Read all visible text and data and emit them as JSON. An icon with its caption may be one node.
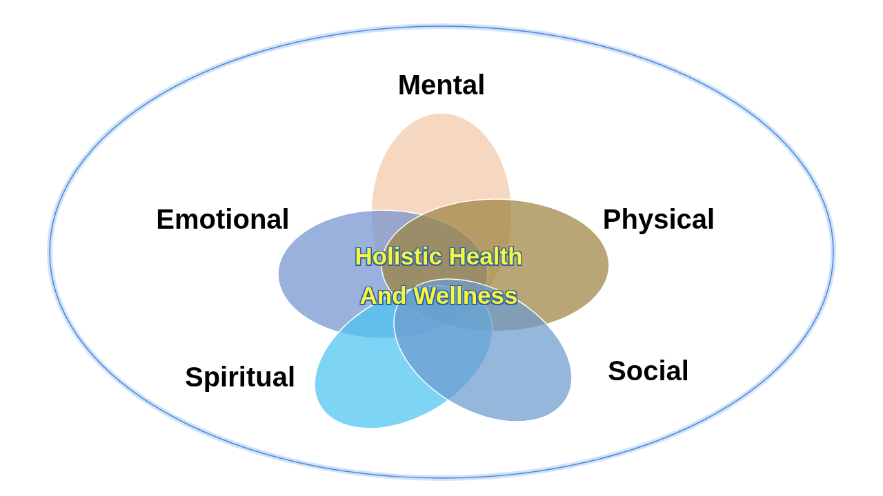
{
  "diagram": {
    "nodes": [
      {
        "text": [],
        "shape": "circle"
      },
      {
        "text": [
          "Mental"
        ],
        "in": 0
      },
      {
        "text": [
          "Emotional"
        ],
        "in": 0
      },
      {
        "text": [
          "Physical"
        ],
        "in": 0
      },
      {
        "text": [
          "Spiritual"
        ],
        "in": 0
      },
      {
        "text": [
          "Social"
        ],
        "in": 0
      }
    ],
    "labels": [
      "Holistic Health And Wellness"
    ]
  }
}
